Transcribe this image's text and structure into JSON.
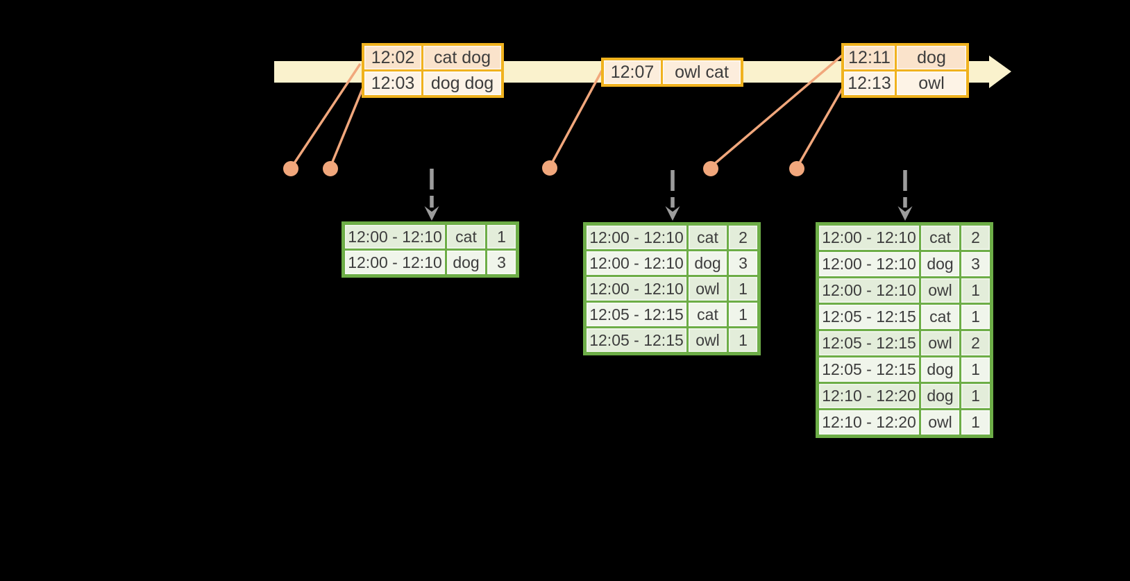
{
  "colors": {
    "background": "#000000",
    "timeline_fill": "#FAF2CD",
    "event_border": "#F0B21E",
    "event_row_dark": "#FAE3CB",
    "event_row_light": "#FDF3E6",
    "event_row_mid": "#FCEDDC",
    "connector": "#F1A77C",
    "dashed_arrow": "#9C9C9C",
    "result_border": "#6DAD47",
    "result_row_dark": "#E3EDDA",
    "result_row_light": "#F0F5EB",
    "text": "#3D3D3D"
  },
  "event_tables": [
    {
      "rows": [
        {
          "time": "12:02",
          "words": "cat dog"
        },
        {
          "time": "12:03",
          "words": "dog dog"
        }
      ]
    },
    {
      "rows": [
        {
          "time": "12:07",
          "words": "owl cat"
        }
      ]
    },
    {
      "rows": [
        {
          "time": "12:11",
          "words": "dog"
        },
        {
          "time": "12:13",
          "words": "owl"
        }
      ]
    }
  ],
  "result_tables": [
    {
      "rows": [
        {
          "window": "12:00 - 12:10",
          "word": "cat",
          "count": "1"
        },
        {
          "window": "12:00 - 12:10",
          "word": "dog",
          "count": "3"
        }
      ]
    },
    {
      "rows": [
        {
          "window": "12:00 - 12:10",
          "word": "cat",
          "count": "2"
        },
        {
          "window": "12:00 - 12:10",
          "word": "dog",
          "count": "3"
        },
        {
          "window": "12:00 - 12:10",
          "word": "owl",
          "count": "1"
        },
        {
          "window": "12:05 - 12:15",
          "word": "cat",
          "count": "1"
        },
        {
          "window": "12:05 - 12:15",
          "word": "owl",
          "count": "1"
        }
      ]
    },
    {
      "rows": [
        {
          "window": "12:00 - 12:10",
          "word": "cat",
          "count": "2"
        },
        {
          "window": "12:00 - 12:10",
          "word": "dog",
          "count": "3"
        },
        {
          "window": "12:00 - 12:10",
          "word": "owl",
          "count": "1"
        },
        {
          "window": "12:05 - 12:15",
          "word": "cat",
          "count": "1"
        },
        {
          "window": "12:05 - 12:15",
          "word": "owl",
          "count": "2"
        },
        {
          "window": "12:05 - 12:15",
          "word": "dog",
          "count": "1"
        },
        {
          "window": "12:10 - 12:20",
          "word": "dog",
          "count": "1"
        },
        {
          "window": "12:10 - 12:20",
          "word": "owl",
          "count": "1"
        }
      ]
    }
  ]
}
